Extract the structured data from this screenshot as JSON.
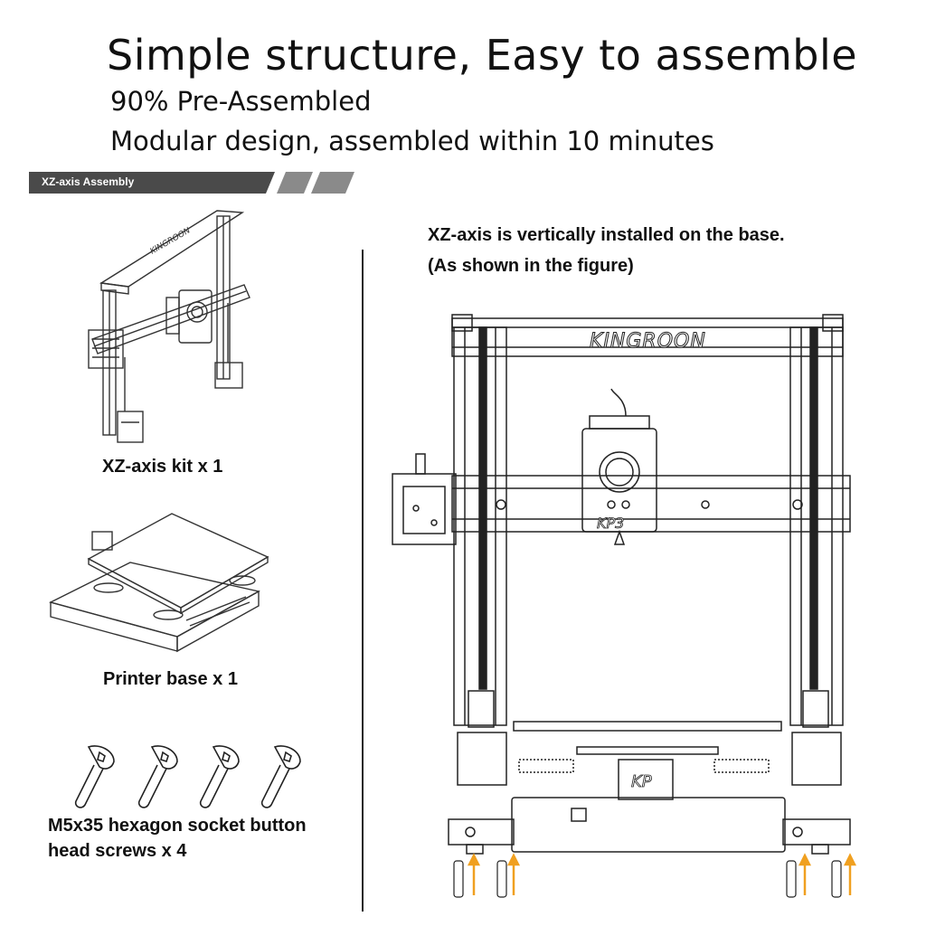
{
  "header": {
    "title": "Simple structure,   Easy to assemble",
    "line1": "90% Pre-Assembled",
    "line2": "Modular design, assembled within 10 minutes"
  },
  "banner": {
    "label": "XZ-axis Assembly"
  },
  "parts": {
    "xz_kit": "XZ-axis kit  x 1",
    "base": "Printer base x 1",
    "screws_line1": "M5x35 hexagon socket button",
    "screws_line2": "head screws x 4"
  },
  "instruction": {
    "line1": "XZ-axis is vertically installed on the base.",
    "line2": "(As shown in the figure)"
  },
  "figure": {
    "brand_logo": "KINGROON",
    "head_logo": "KP3",
    "carriage_logo": "KP"
  },
  "colors": {
    "banner_dark": "#4a4a4a",
    "banner_stripes": "#8a8a8a",
    "arrow": "#f0a020"
  }
}
